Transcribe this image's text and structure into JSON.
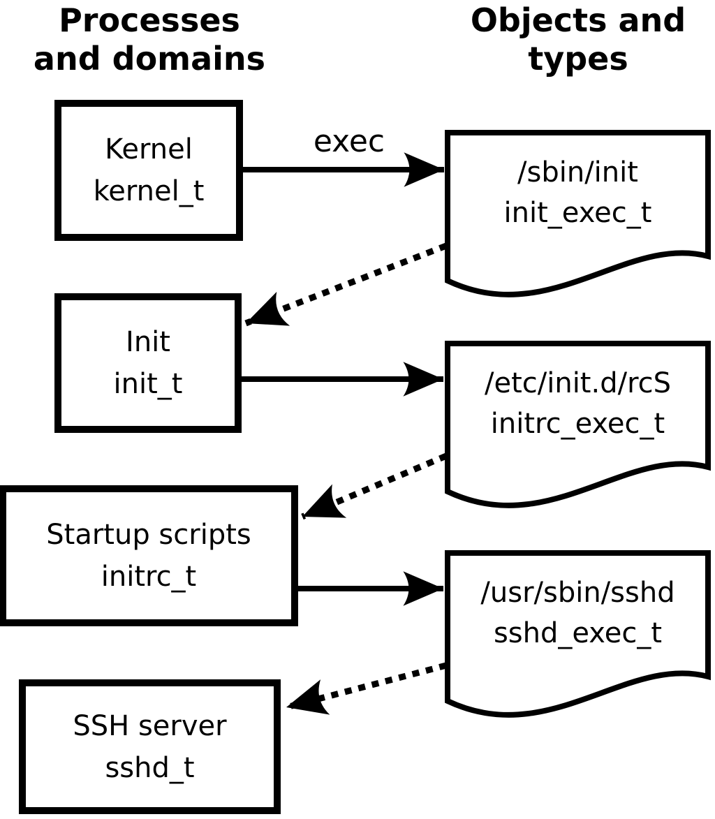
{
  "diagram": {
    "title_columns": {
      "left": {
        "line1": "Processes",
        "line2": "and domains"
      },
      "right": {
        "line1": "Objects and",
        "line2": "types"
      }
    },
    "processes": [
      {
        "name": "Kernel",
        "type": "kernel_t"
      },
      {
        "name": "Init",
        "type": "init_t"
      },
      {
        "name": "Startup scripts",
        "type": "initrc_t"
      },
      {
        "name": "SSH server",
        "type": "sshd_t"
      }
    ],
    "objects": [
      {
        "path": "/sbin/init",
        "type": "init_exec_t"
      },
      {
        "path": "/etc/init.d/rcS",
        "type": "initrc_exec_t"
      },
      {
        "path": "/usr/sbin/sshd",
        "type": "sshd_exec_t"
      }
    ],
    "arrow_labels": {
      "exec": "exec"
    },
    "colors": {
      "line": "#000000",
      "background": "#ffffff"
    }
  }
}
